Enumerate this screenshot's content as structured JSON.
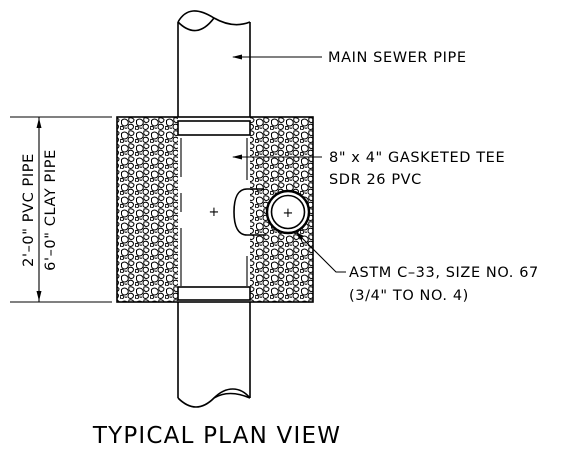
{
  "drawing": {
    "title": "TYPICAL PLAN VIEW",
    "labels": {
      "main_pipe": "MAIN SEWER PIPE",
      "tee_line1": "8\" x 4\" GASKETED TEE",
      "tee_line2": "SDR 26 PVC",
      "stone_line1": "ASTM C–33, SIZE NO. 67",
      "stone_line2": "(3/4\" TO NO. 4)"
    },
    "dimension": {
      "pvc": "2'–0\" PVC PIPE",
      "clay": "6'–0\" CLAY PIPE"
    }
  }
}
